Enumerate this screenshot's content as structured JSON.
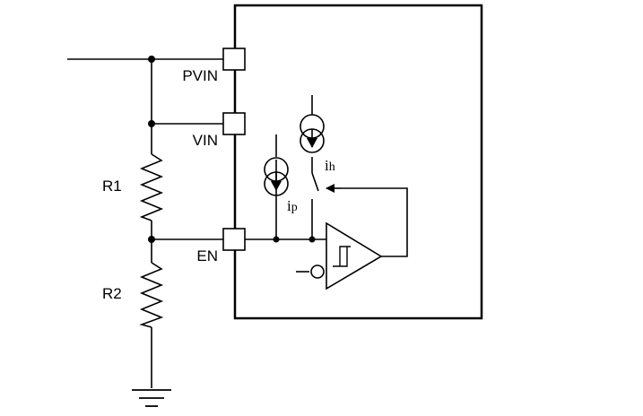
{
  "pins": {
    "pvin": "PVIN",
    "vin": "VIN",
    "en": "EN"
  },
  "resistors": {
    "r1": "R1",
    "r2": "R2"
  },
  "current_sources": {
    "ip": {
      "symbol": "i",
      "subscript": "p"
    },
    "ih": {
      "symbol": "i",
      "subscript": "h"
    }
  },
  "colors": {
    "line": "#000000",
    "background": "#ffffff"
  }
}
